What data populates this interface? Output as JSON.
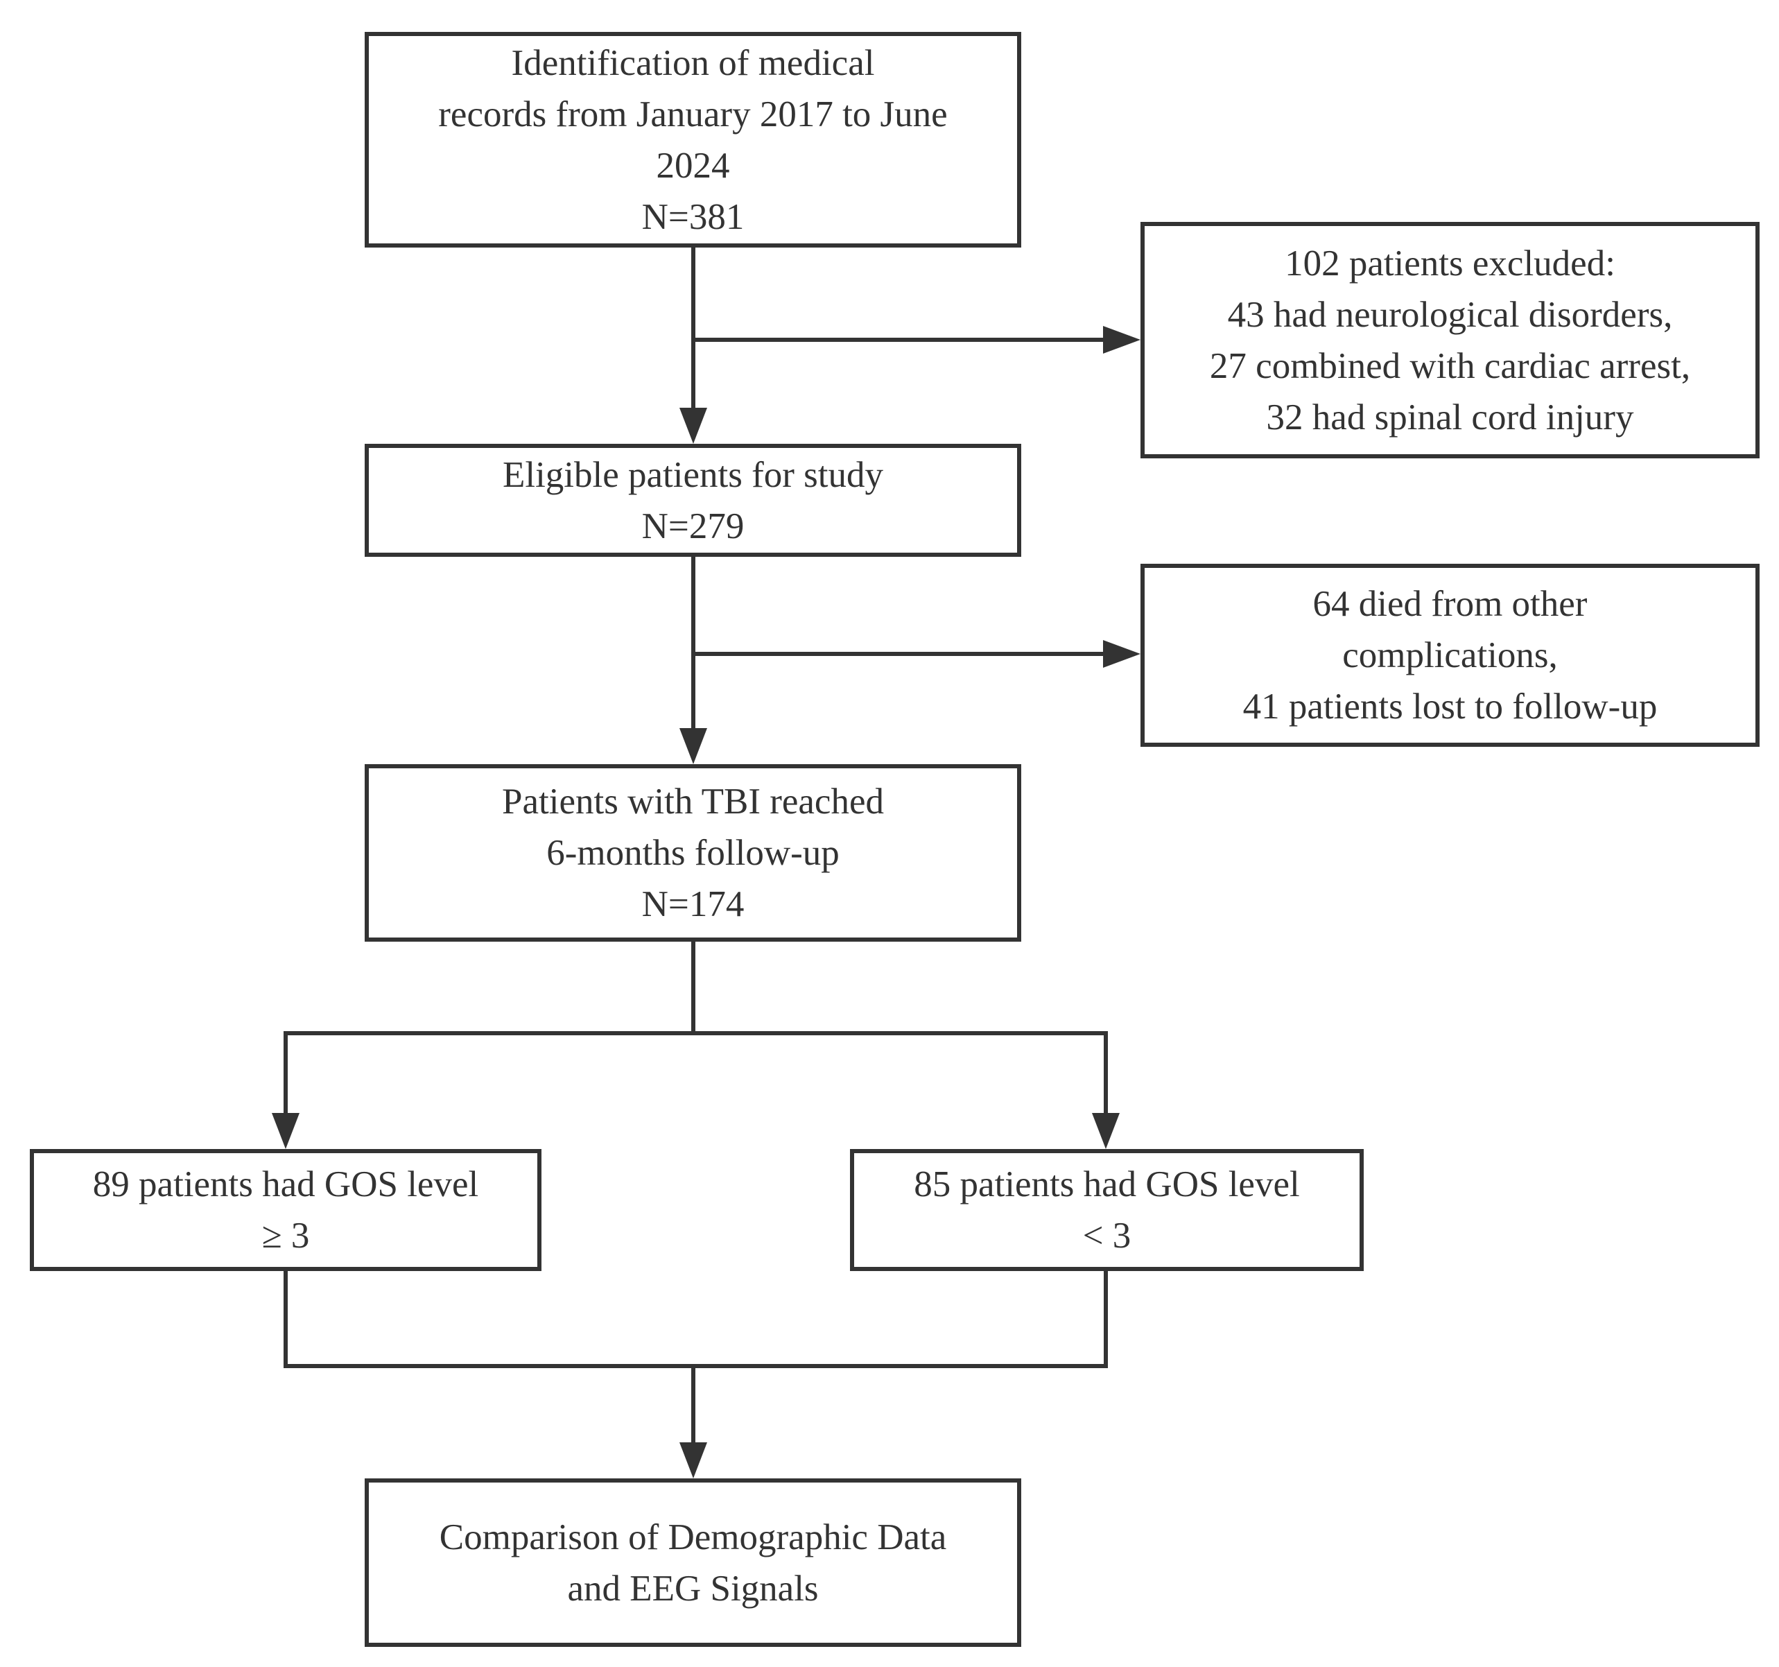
{
  "flowchart": {
    "identification": {
      "lines": [
        "Identification of medical",
        "records from January 2017 to June",
        "2024",
        "N=381"
      ]
    },
    "excluded": {
      "lines": [
        "102 patients excluded:",
        "43 had neurological disorders,",
        "27 combined with cardiac arrest,",
        "32 had spinal cord injury"
      ]
    },
    "eligible": {
      "lines": [
        "Eligible patients for study",
        "N=279"
      ]
    },
    "lost": {
      "lines": [
        "64 died from other",
        "complications,",
        "41 patients lost to follow-up"
      ]
    },
    "reached": {
      "lines": [
        "Patients with TBI reached",
        "6-months follow-up",
        "N=174"
      ]
    },
    "gos_high": {
      "lines": [
        "89 patients had GOS level",
        "≥ 3"
      ]
    },
    "gos_low": {
      "lines": [
        "85 patients had GOS level",
        "< 3"
      ]
    },
    "comparison": {
      "lines": [
        "Comparison of Demographic Data",
        "and EEG Signals"
      ]
    }
  },
  "colors": {
    "stroke": "#333333",
    "background": "#ffffff"
  }
}
